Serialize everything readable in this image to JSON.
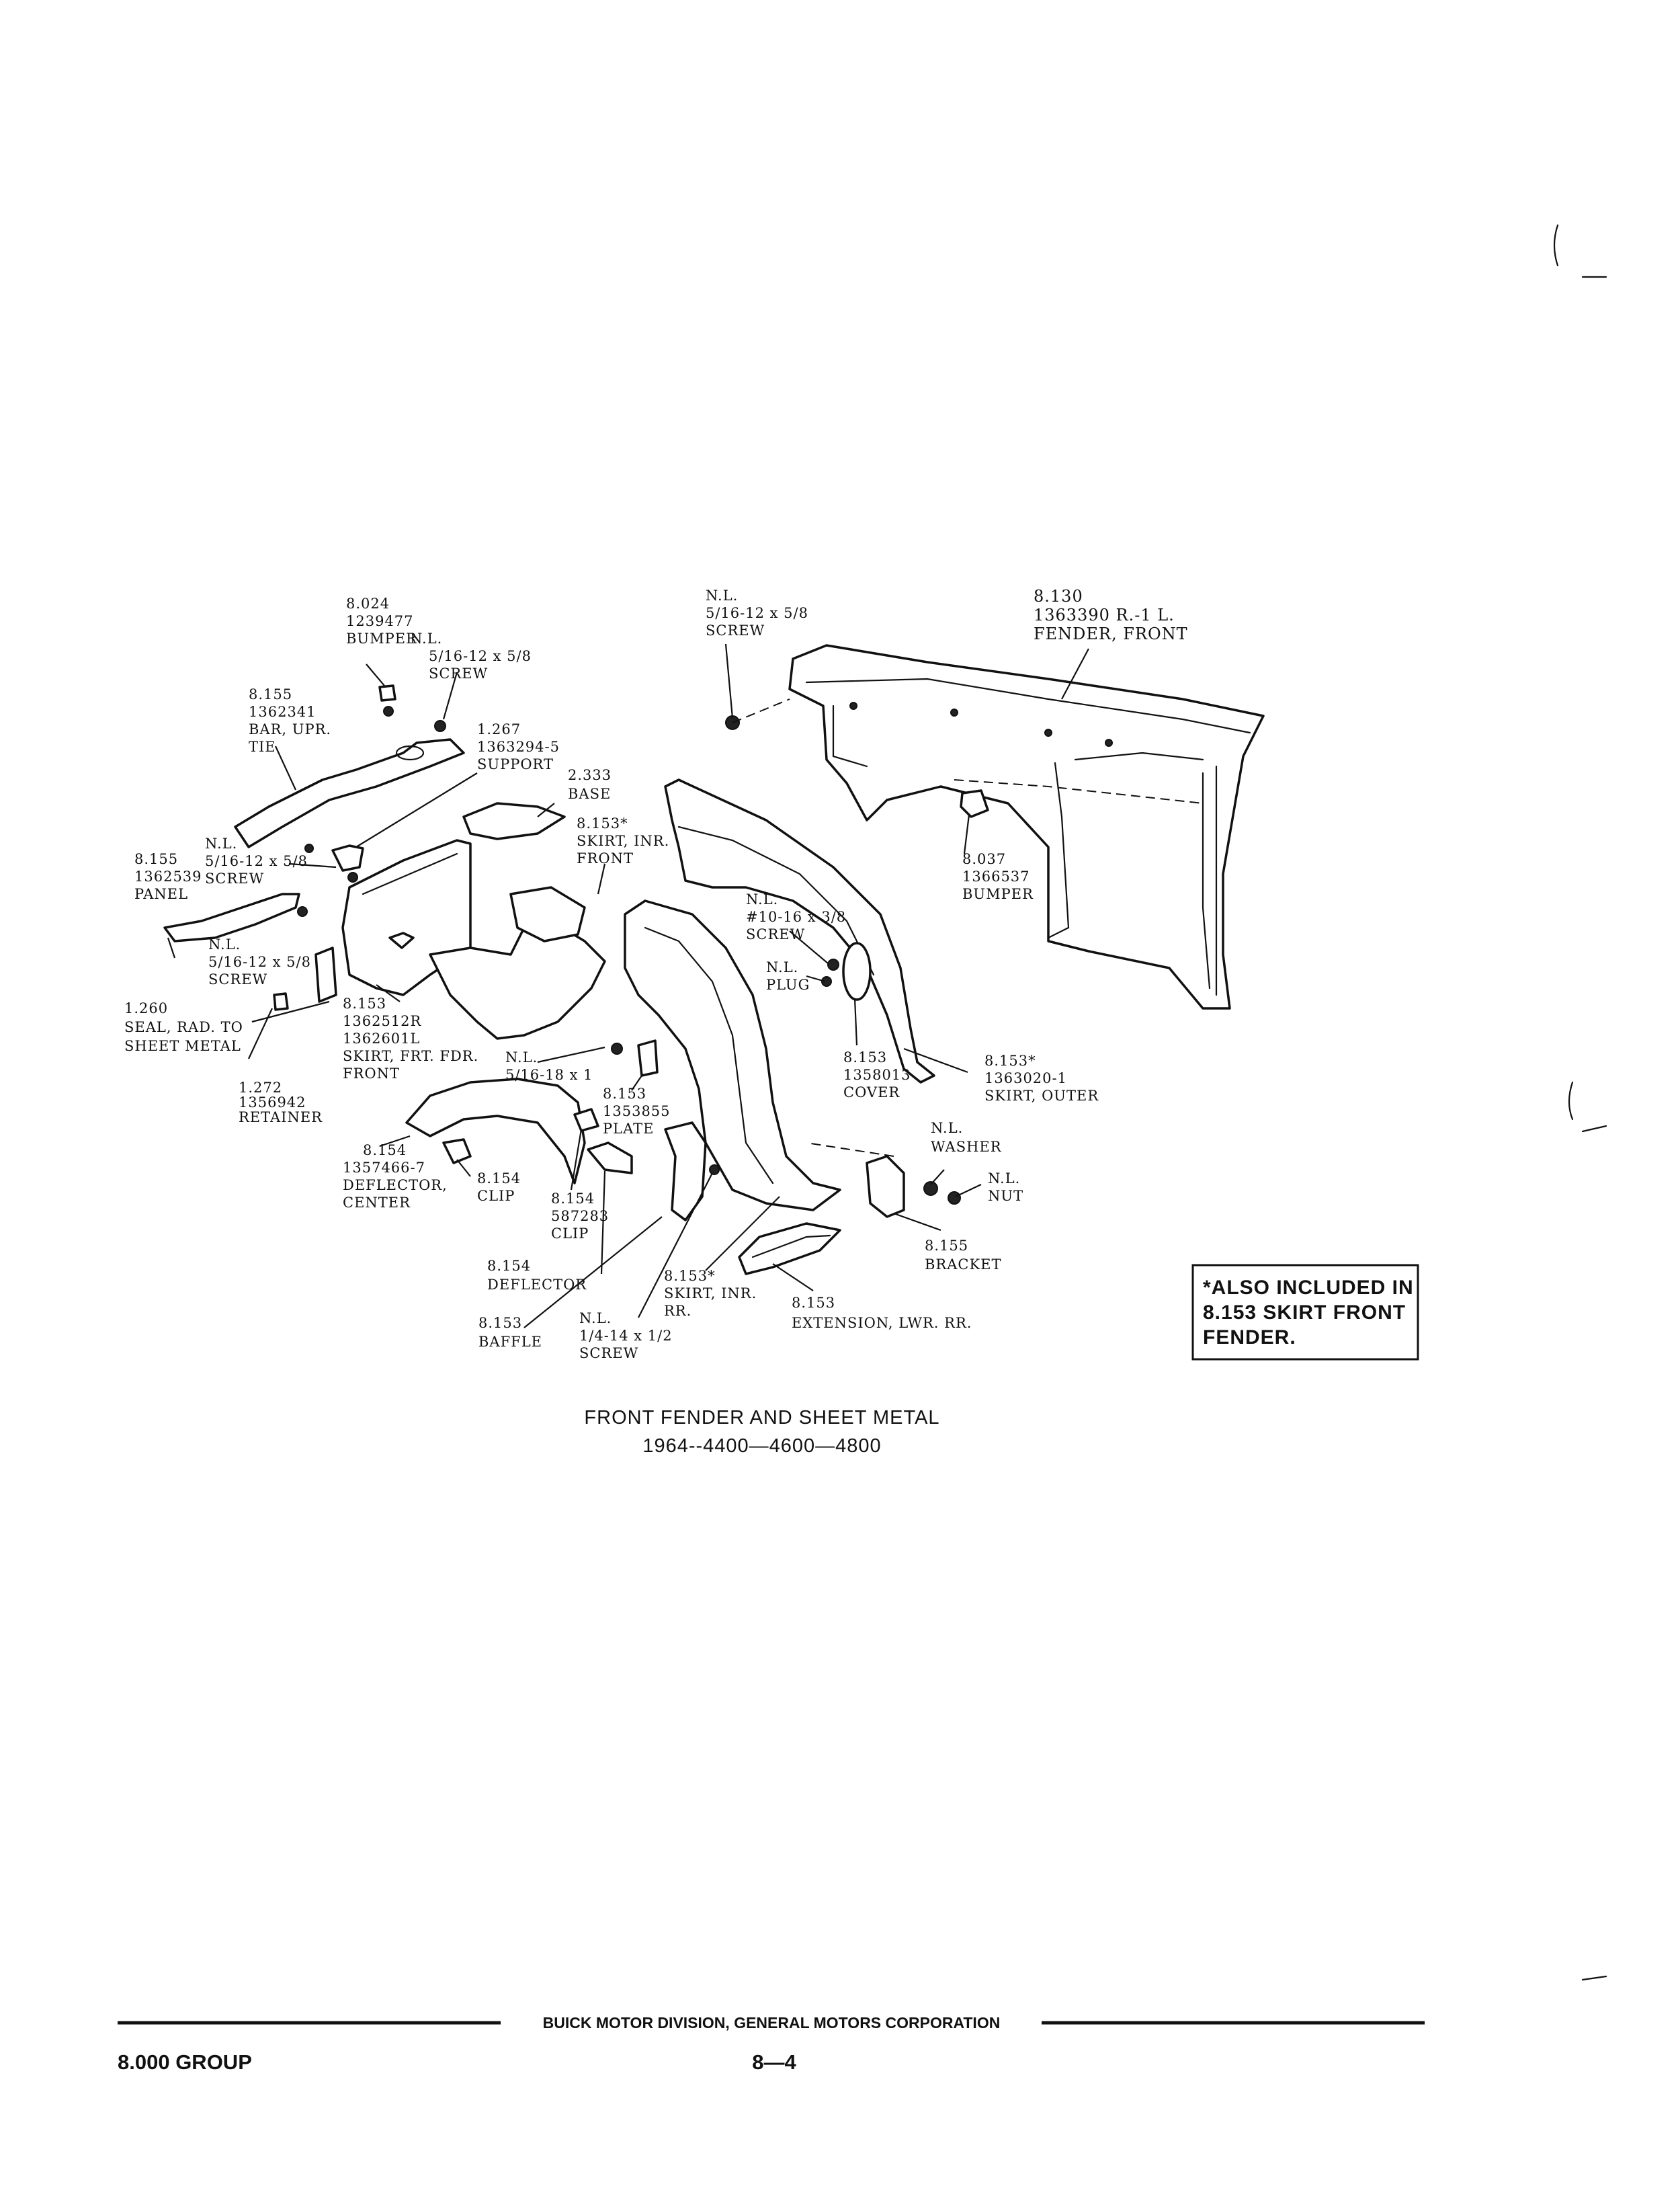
{
  "labels": {
    "bumper_8024": [
      "8.024",
      "1239477",
      "BUMPER"
    ],
    "screw_top": [
      "N.L.",
      "5/16-12 x 5/8",
      "SCREW"
    ],
    "bar_8155": [
      "8.155",
      "1362341",
      "BAR, UPR.",
      "TIE"
    ],
    "support_1267": [
      "1.267",
      "1363294-5",
      "SUPPORT"
    ],
    "base_2333": [
      "2.333",
      "BASE"
    ],
    "skirt_inr_front": [
      "8.153*",
      "SKIRT, INR.",
      "FRONT"
    ],
    "screw_nl_left": "N.L.",
    "panel_8155": [
      "8.155",
      "1362539",
      "PANEL"
    ],
    "screw_nl_left2": [
      "5/16-12 x 5/8",
      "SCREW"
    ],
    "screw_nl_left3": [
      "N.L.",
      "5/16-12 x 5/8",
      "SCREW"
    ],
    "seal_1260": [
      "1.260",
      "SEAL, RAD. TO",
      "SHEET METAL"
    ],
    "skirt_frt_fdr": [
      "8.153",
      "1362512R",
      "1362601L",
      "SKIRT, FRT. FDR.",
      "FRONT"
    ],
    "retainer_1272": [
      "1.272",
      "1356942",
      "RETAINER"
    ],
    "screw_nl_mid": [
      "N.L.",
      "5/16-18 x 1"
    ],
    "plate_8153": [
      "8.153",
      "1353855",
      "PLATE"
    ],
    "deflector_center": [
      "8.154",
      "1357466-7",
      "DEFLECTOR,",
      "CENTER"
    ],
    "clip_8154": [
      "8.154",
      "CLIP"
    ],
    "clip_587283": [
      "8.154",
      "587283",
      "CLIP"
    ],
    "deflector_8154": [
      "8.154",
      "DEFLECTOR"
    ],
    "baffle_8153": [
      "8.153",
      "BAFFLE"
    ],
    "screw_nl_bottom": [
      "N.L.",
      "1/4-14 x 1/2",
      "SCREW"
    ],
    "skirt_inr_rr": [
      "8.153*",
      "SKIRT, INR.",
      "RR."
    ],
    "extension_lwr": [
      "8.153",
      "EXTENSION, LWR. RR."
    ],
    "screw_fender_top": [
      "N.L.",
      "5/16-12 x 5/8",
      "SCREW"
    ],
    "fender_8130": [
      "8.130",
      "1363390 R.-1 L.",
      "FENDER, FRONT"
    ],
    "bumper_8037": [
      "8.037",
      "1366537",
      "BUMPER"
    ],
    "screw_10_16": [
      "N.L.",
      "#10-16 x 3/8",
      "SCREW"
    ],
    "plug_nl": [
      "N.L.",
      "PLUG"
    ],
    "cover_8153": [
      "8.153",
      "1358013",
      "COVER"
    ],
    "skirt_outer": [
      "8.153*",
      "1363020-1",
      "SKIRT, OUTER"
    ],
    "washer_nl": [
      "N.L.",
      "WASHER"
    ],
    "nut_nl": [
      "N.L.",
      "NUT"
    ],
    "bracket_8155": [
      "8.155",
      "BRACKET"
    ]
  },
  "note_box": [
    "*ALSO INCLUDED IN",
    "8.153 SKIRT FRONT",
    "FENDER."
  ],
  "caption": {
    "title": "FRONT FENDER AND SHEET METAL",
    "subtitle": "1964--4400—4600—4800"
  },
  "footer": {
    "division": "BUICK MOTOR DIVISION, GENERAL MOTORS CORPORATION",
    "group": "8.000 GROUP",
    "page": "8—4"
  }
}
